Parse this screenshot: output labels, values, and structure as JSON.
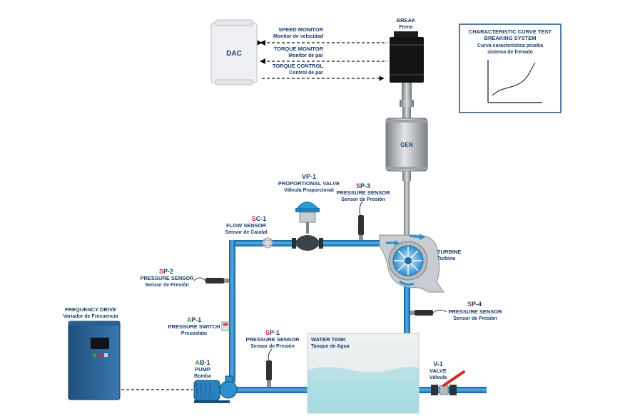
{
  "dac": {
    "label": "DAC"
  },
  "signals": [
    {
      "title": "SPEED MONITOR",
      "sub": "Monitor de velocidad"
    },
    {
      "title": "TORQUE MONITOR",
      "sub": "Monitor de par"
    },
    {
      "title": "TORQUE CONTROL",
      "sub": "Control de par"
    }
  ],
  "brake": {
    "title": "BREAK",
    "sub": "Freno"
  },
  "generator": {
    "label": "GEN"
  },
  "curve": {
    "title1": "CHARACTERISTIC CURVE TEST",
    "title2": "BREAKING SYSTEM",
    "sub1": "Curva característica prueba",
    "sub2": "sistema de frenado"
  },
  "vp1": {
    "code": "VP-1",
    "title": "PROPORTIONAL VALVE",
    "sub": "Válvula Proporcional"
  },
  "sp3": {
    "code_prefix": "S",
    "code_rest": "P-3",
    "title": "PRESSURE SENSOR",
    "sub": "Sensor de Presión"
  },
  "sc1": {
    "code_prefix": "S",
    "code_rest": "C-1",
    "title": "FLOW SENSOR",
    "sub": "Sensor de Caudal"
  },
  "turbine": {
    "title": "TURBINE",
    "sub": "Turbina"
  },
  "sp2": {
    "code_prefix": "S",
    "code_rest": "P-2",
    "title": "PRESSURE SENSOR",
    "sub": "Sensor de Presión"
  },
  "sp4": {
    "code_prefix": "S",
    "code_rest": "P-4",
    "title": "PRESSURE SENSOR",
    "sub": "Sensor de Presión"
  },
  "ap1": {
    "code_prefix": "A",
    "code_rest": "P-1",
    "title": "PRESSURE SWITCH",
    "sub": "Presostato"
  },
  "sp1": {
    "code_prefix": "S",
    "code_rest": "P-1",
    "title": "PRESSURE SENSOR",
    "sub": "Sensor de Presión"
  },
  "tank": {
    "title": "WATER TANK",
    "sub": "Tanque de Agua"
  },
  "drive": {
    "title": "FREQUENCY DRIVE",
    "sub": "Variador de Frecuencia"
  },
  "ab1": {
    "code_prefix": "A",
    "code_rest": "B-1",
    "title": "PUMP",
    "sub": "Bomba"
  },
  "v1": {
    "code": "V-1",
    "title": "VALVE",
    "sub": "Válvula"
  },
  "colors": {
    "pipe": "#2b8fd0",
    "pipe_edge": "#155f94",
    "label": "#1a3c6e",
    "code_red": "#d42a2a",
    "code_green": "#2aa34a"
  }
}
